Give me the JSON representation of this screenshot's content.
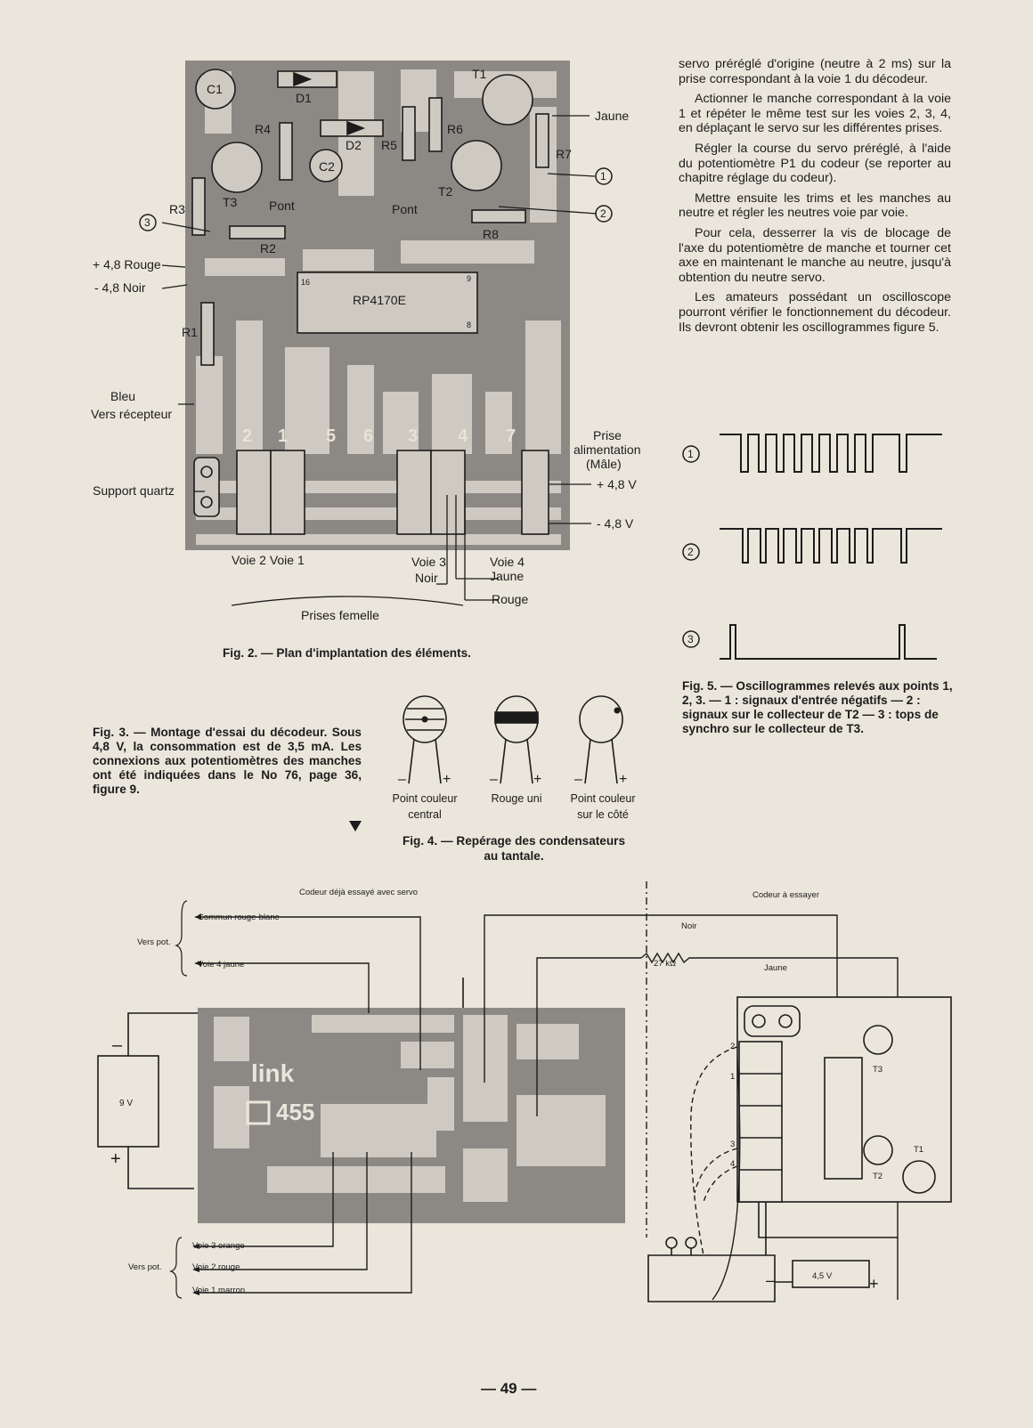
{
  "text_column": [
    "servo préréglé d'origine (neutre à 2 ms) sur la prise correspondant à la voie 1 du décodeur.",
    "Actionner le manche correspondant à la voie 1 et répéter le même test sur les voies 2, 3, 4, en déplaçant le servo sur les différentes prises.",
    "Régler la course du servo préréglé, à l'aide du potentiomètre P1 du codeur (se reporter au chapitre réglage du codeur).",
    "Mettre ensuite les trims et les manches au neutre et régler les neutres voie par voie.",
    "Pour cela, desserrer la vis de blocage de l'axe du potentiomètre de manche et tourner cet axe en maintenant le manche au neutre, jusqu'à obtention du neutre servo.",
    "Les amateurs possédant un oscilloscope pourront vérifier le fonctionnement du décodeur. Ils devront obtenir les oscillogrammes figure 5."
  ],
  "fig2": {
    "caption": "Fig. 2. — Plan d'implantation des éléments.",
    "components": [
      "C1",
      "D1",
      "R4",
      "D2",
      "R5",
      "R6",
      "T1",
      "C2",
      "T3",
      "R3",
      "R2",
      "R1",
      "T2",
      "R7",
      "R8"
    ],
    "ic": "RP4170E",
    "ic_pins": [
      "16",
      "9",
      "8"
    ],
    "pont": [
      "Pont",
      "Pont"
    ],
    "connector_numbers": [
      "2",
      "1",
      "5",
      "6",
      "3",
      "4",
      "7"
    ],
    "labels": {
      "jaune": "Jaune",
      "plus48_rouge": "+ 4,8 Rouge",
      "minus48_noir": "- 4,8 Noir",
      "bleu": "Bleu",
      "vers_recepteur": "Vers récepteur",
      "support_quartz": "Support quartz",
      "prise_alim": [
        "Prise",
        "alimentation",
        "(Mâle)"
      ],
      "plus48v": "+ 4,8 V",
      "minus48v": "- 4,8 V",
      "voie21": "Voie 2  Voie 1",
      "voie3": "Voie 3",
      "noir": "Noir",
      "voie4": "Voie 4",
      "jaune2": "Jaune",
      "rouge": "Rouge",
      "prises_femelle": "Prises femelle"
    },
    "points": [
      "1",
      "2",
      "3"
    ]
  },
  "fig3_caption": "Fig. 3. — Montage d'essai du décodeur. Sous 4,8 V, la consommation est de 3,5 mA. Les connexions aux potentiomètres des manches ont été indiquées dans le No 76, page 36, figure 9.",
  "fig4": {
    "labels": [
      [
        "Point couleur",
        "central"
      ],
      [
        "Rouge uni",
        ""
      ],
      [
        "Point couleur",
        "sur le côté"
      ]
    ],
    "caption_line1": "Fig. 4. — Repérage des condensateurs",
    "caption_line2": "au tantale."
  },
  "fig5": {
    "points": [
      "1",
      "2",
      "3"
    ],
    "caption": "Fig. 5. — Oscillogrammes relevés aux points 1, 2, 3. — 1 : signaux d'entrée négatifs — 2 : signaux sur le collecteur de T2 — 3 : tops de synchro sur le collecteur de T3."
  },
  "fig3": {
    "left_title": "Codeur déjà essayé avec servo",
    "right_title": "Codeur à essayer",
    "vers_pot": "Vers pot.",
    "commun": "Commun rouge-blanc",
    "voie4": "Voie 4 jaune",
    "voie3": "Voie 3 orange",
    "voie2": "Voie 2 rouge",
    "voie1": "Voie 1 marron",
    "noir": "Noir",
    "resistor": "27 kΩ",
    "jaune": "Jaune",
    "battery9": "9 V",
    "battery45": "4,5 V",
    "pcb_brand": "link",
    "pcb_model": "455",
    "t3": "T3",
    "t2": "T2",
    "t1": "T1",
    "pins": [
      "2",
      "1",
      "3",
      "4"
    ]
  },
  "page_number": "— 49 —"
}
